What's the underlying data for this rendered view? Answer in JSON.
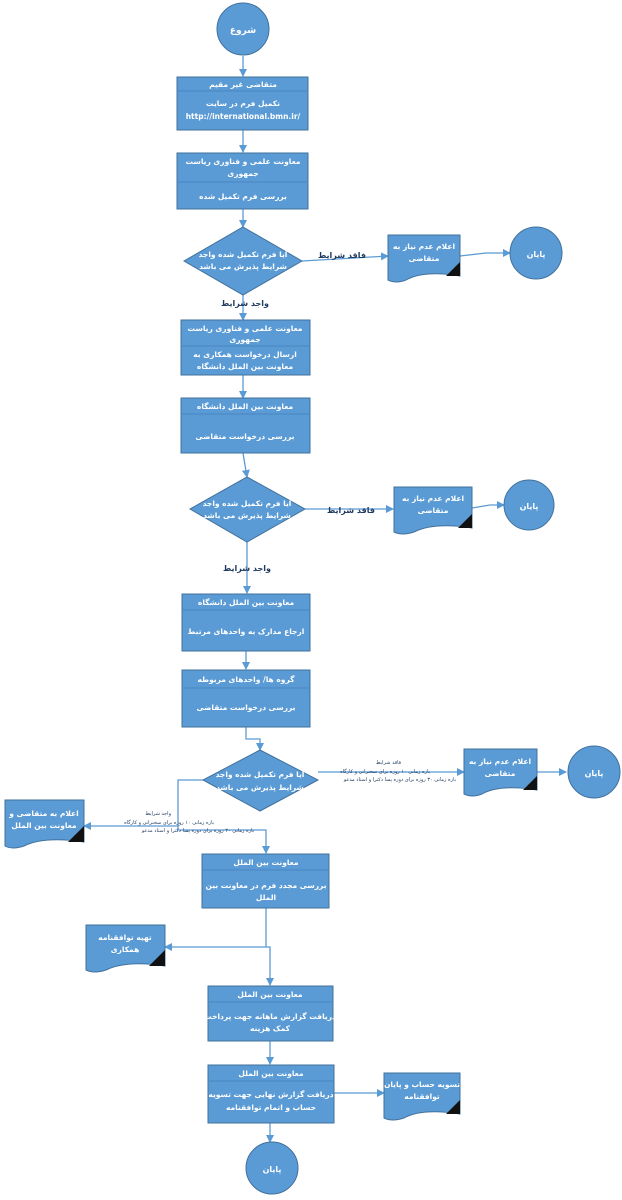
{
  "start": "شروع",
  "end": "پایان",
  "box1": {
    "header": "متقاضی غیر مقیم",
    "line1": "تکمیل فرم در سایت",
    "line2": "http://international.bmn.ir/"
  },
  "box2": {
    "header1": "معاونت علمی و فناوری ریاست",
    "header2": "جمهوری",
    "body": "بررسی فرم تکمیل شده"
  },
  "decision1": {
    "line1": "ایا  فرم تکمیل شده واجد",
    "line2": "شرایط پذیرش می باشد"
  },
  "doc1": {
    "line1": "اعلام عدم نیاز به",
    "line2": "متقاضی"
  },
  "not_qualified": "فاقد شرایط",
  "qualified": "واجد شرایط",
  "box3": {
    "header1": "معاونت علمی و فناوری ریاست",
    "header2": "جمهوری",
    "line1": "ارسال درخواست همکاری به",
    "line2": "معاونت بین الملل دانشگاه"
  },
  "box4": {
    "header": "معاونت بین الملل دانشگاه",
    "body": "بررسی درخواست متقاضی"
  },
  "decision2": {
    "line1": "ایا  فرم تکمیل شده واجد",
    "line2": "شرایط پذیرش می باشد"
  },
  "doc2": {
    "line1": "اعلام عدم نیاز به",
    "line2": "متقاضی"
  },
  "box5": {
    "header": "معاونت بین الملل دانشگاه",
    "body": "ارجاع مدارک به واحدهای مرتبط"
  },
  "box6": {
    "header": "گروه ها/ واحدهای مربوطه",
    "body": "بررسی درخواست متقاضی"
  },
  "decision3": {
    "line1": "ایا  فرم تکمیل شده واجد",
    "line2": "شرایط پذیرش می باشد"
  },
  "doc3": {
    "line1": "اعلام عدم نیاز به",
    "line2": "متقاضی"
  },
  "note_right": {
    "title": "فاقد شرایط",
    "line1": "بازه زمانی ۱۰ روزه برای سخنرانی و کارگاه",
    "line2": "بازه زمانی ۳۰ روزه برای دوره پسا دکترا و استاد مدعو"
  },
  "note_left": {
    "title": "واجد شرایط",
    "line1": "بازه زمانی ۱۰ روزه برای سخنرانی و کارگاه",
    "line2": "بازه زمانی ۳۰ روزه برای دوره پسا دکترا و استاد مدعو"
  },
  "doc_left": {
    "line1": "اعلام به متقاضی و",
    "line2": "معاونت بین الملل"
  },
  "box7": {
    "header": "معاونت بین الملل",
    "line1": "بررسی مجدد فرم در معاونت بین",
    "line2": "الملل"
  },
  "doc_mou": {
    "line1": "تهیه توافقنامه",
    "line2": "همکاری"
  },
  "box8": {
    "header": "معاونت بین الملل",
    "line1": "دریافت گزارش ماهانه جهت پرداخت",
    "line2": "کمک هزینه"
  },
  "box9": {
    "header": "معاونت بین الملل",
    "line1": "دریافت گزارش نهایی جهت تسویه",
    "line2": "حساب و اتمام توافقنامه"
  },
  "doc_final": {
    "line1": "تسویه حساب و پایان",
    "line2": "توافقنامه"
  },
  "colors": {
    "fill": "#5b9bd5",
    "fill_dark": "#4a86c3",
    "stroke": "#41719c",
    "line": "#5b9bd5",
    "text": "#ffffff",
    "label": "#1f3a5f",
    "fold": "#111111"
  }
}
